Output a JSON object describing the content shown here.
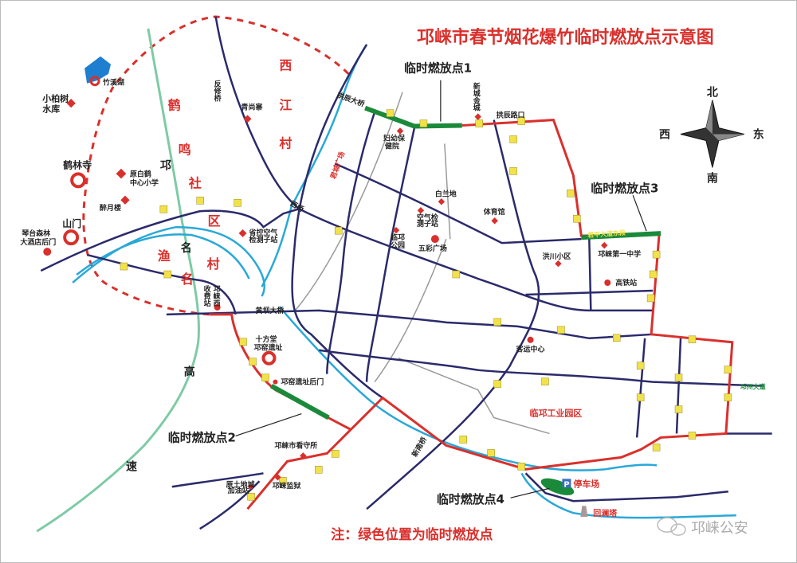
{
  "title": "邛崃市春节烟花爆竹临时燃放点示意图",
  "note": "注：绿色位置为临时燃放点",
  "compass": {
    "north": "北",
    "south": "南",
    "west": "西",
    "east": "东"
  },
  "points": [
    "临时燃放点1",
    "临时燃放点2",
    "临时燃放点3",
    "临时燃放点4"
  ],
  "villages": {
    "hemingshequ": [
      "鹤",
      "鸣",
      "社",
      "区"
    ],
    "yumingcun": [
      "渔",
      "名",
      "村"
    ],
    "xijiangcun": [
      "西",
      "江",
      "村"
    ]
  },
  "highway": [
    "邛",
    "名",
    "高",
    "速"
  ],
  "places": {
    "zhuxihu": "竹溪湖",
    "xiaobaishu_1": "小柏树",
    "xiaobaishu_2": "水库",
    "helinsi": "鹤林寺",
    "baihe_1": "原白鹤",
    "baihe_2": "中心小学",
    "zuiyuelou": "醉月楼",
    "shanmen": "山门",
    "qintai_1": "琴台森林",
    "qintai_2": "大酒店后门",
    "fanxiuqiao": "反修桥",
    "qingshangzhai": "青尚寨",
    "shengkong_1": "省控空气",
    "shengkong_2": "检测子站",
    "shoufeizhan": "收费站",
    "qionglaixi": "邛崃西",
    "huangbadaqiao": "黄坝大桥",
    "shifangtang_1": "十方堂",
    "shifangtang_2": "邛窑遗址",
    "qiongyao_houmen": "邛窑遗址后门",
    "kanshousuo": "邛崃市看守所",
    "jianyu": "邛崃监狱",
    "jiayouzhan_1": "原土地城",
    "jiayouzhan_2": "加油站",
    "junchengguangchang": "君城广场",
    "xiqiao": "西桥",
    "gongchendaqiao": "拱辰大桥",
    "fuyou_1": "妇幼保",
    "fuyou_2": "健院",
    "xinchengjincheng": "新城金城",
    "gongchenlukou": "拱辰路口",
    "bailandi": "白兰地",
    "kongqi_1": "空气检",
    "kongqi_2": "测子站",
    "tiyuguan": "体育馆",
    "linqionggongyuan_1": "临邛",
    "linqionggongyuan_2": "公园",
    "wucaiguangchang": "五彩广场",
    "hongchuanxiaoqu": "洪川小区",
    "yizhong": "邛崃第一中学",
    "gaotiezhan": "高铁站",
    "junpingdadao": "君平大道东段",
    "keyunzhongxin": "客运中心",
    "gongyeyuanqu": "临邛工业园区",
    "qiongzhoudadao": "邛州大道",
    "xinnanqiao": "新南桥",
    "tingchechang": "停车场",
    "parking_sign": "P",
    "huilanta": "回澜塔"
  },
  "watermark": "邛崃公安",
  "colors": {
    "title": "#d9302c",
    "road": "#2b2a6b",
    "route": "#d9302c",
    "firework_spot": "#1a8a3a",
    "river": "#29a8d8",
    "highway": "#7ecba6"
  }
}
